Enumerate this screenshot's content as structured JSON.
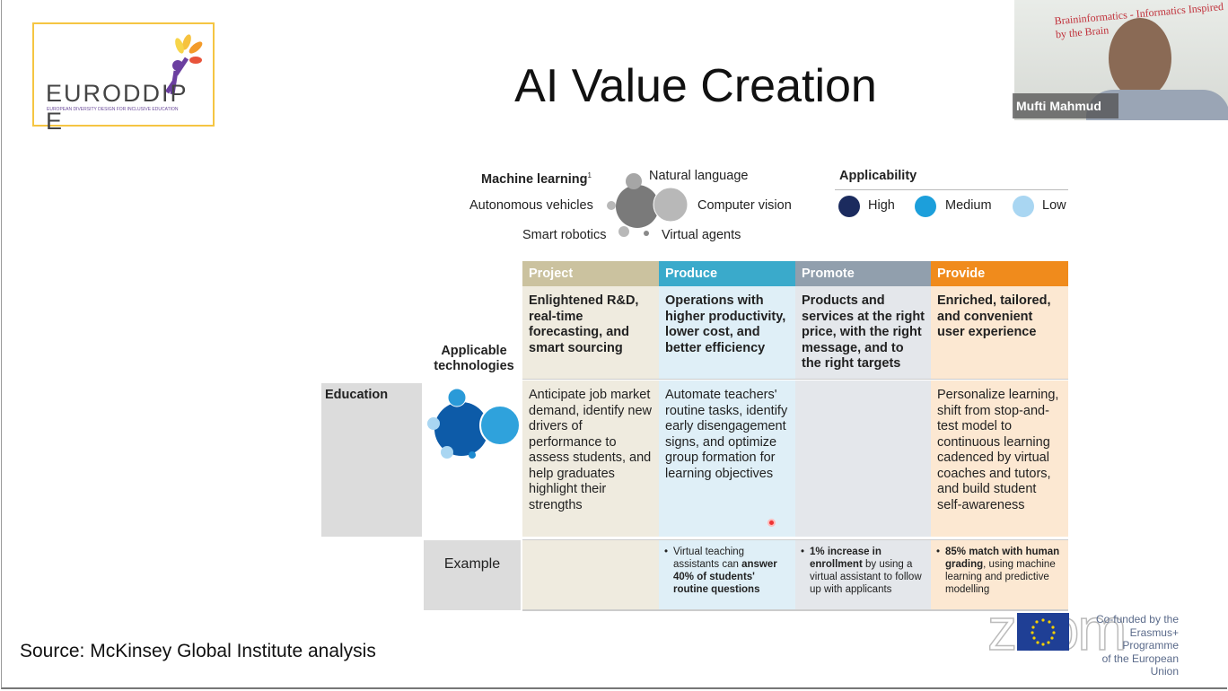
{
  "logo": {
    "name": "EURODDIP E",
    "tagline": "EUROPEAN DIVERSITY DESIGN FOR INCLUSIVE EDUCATION"
  },
  "title": "AI Value Creation",
  "video": {
    "participant": "Mufti Mahmud",
    "background_text": "Braininformatics - Informatics Inspired by the Brain"
  },
  "legend": {
    "center": "Machine learning",
    "center_sup": "1",
    "items": [
      "Natural language",
      "Autonomous vehicles",
      "Computer vision",
      "Smart robotics",
      "Virtual agents"
    ],
    "applicability_title": "Applicability",
    "levels": [
      {
        "label": "High",
        "color": "#1b2b5e"
      },
      {
        "label": "Medium",
        "color": "#1c9fdb"
      },
      {
        "label": "Low",
        "color": "#a9d6f2"
      }
    ]
  },
  "table": {
    "applicable_label": "Applicable technologies",
    "row_label": "Education",
    "example_label": "Example",
    "columns": [
      {
        "header": "Project",
        "color": "#cbc29f",
        "desc": "Enlightened R&D, real-time forecasting, and smart sourcing",
        "cell": "Anticipate job market demand, identify new drivers of performance to assess students, and help graduates highlight their strengths",
        "example_bold": "",
        "example": ""
      },
      {
        "header": "Produce",
        "color": "#3aaacb",
        "desc": "Operations with higher productivity, lower cost, and better efficiency",
        "cell": "Automate teachers' routine tasks, identify early disengagement signs, and optimize group formation for learning objectives",
        "example_pre": "Virtual teaching assistants can ",
        "example_bold": "answer 40% of students' routine questions",
        "example": ""
      },
      {
        "header": "Promote",
        "color": "#919fad",
        "desc": "Products and services at the right price, with the right message, and to the right targets",
        "cell": "",
        "example_bold": "1% increase in enrollment",
        "example": " by using a virtual assistant to follow up with applicants"
      },
      {
        "header": "Provide",
        "color": "#f08b1c",
        "desc": "Enriched, tailored, and convenient user experience",
        "cell": "Personalize learning, shift from stop-and-test model to continuous learning cadenced by virtual coaches and tutors, and build student self-awareness",
        "example_bold": "85% match with human grading",
        "example": ", using machine learning and predictive modelling"
      }
    ]
  },
  "source": "Source: McKinsey Global Institute analysis",
  "eu": {
    "line1": "Co-funded by the",
    "line2": "Erasmus+ Programme",
    "line3": "of the European Union"
  },
  "watermark": "zoom"
}
